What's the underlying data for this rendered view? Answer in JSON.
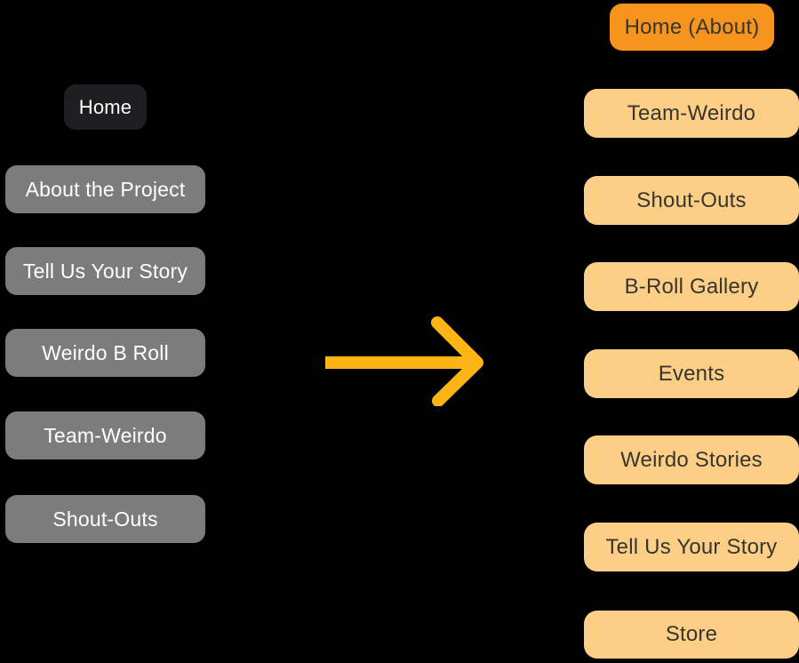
{
  "colors": {
    "background": "#000000",
    "home_dark_bg": "#1e1e20",
    "gray_bg": "#7c7c7c",
    "light_text": "#ffffff",
    "orange_bright_bg": "#f7941e",
    "orange_light_bg": "#fdce86",
    "dark_text": "#38352e",
    "arrow": "#fcb514"
  },
  "left_nav": {
    "items": [
      {
        "label": "Home",
        "variant": "dark"
      },
      {
        "label": "About the Project",
        "variant": "gray"
      },
      {
        "label": "Tell Us Your Story",
        "variant": "gray"
      },
      {
        "label": "Weirdo B Roll",
        "variant": "gray"
      },
      {
        "label": "Team-Weirdo",
        "variant": "gray"
      },
      {
        "label": "Shout-Outs",
        "variant": "gray"
      }
    ]
  },
  "arrow": {
    "icon": "right-arrow"
  },
  "right_nav": {
    "items": [
      {
        "label": "Home (About)",
        "variant": "bright"
      },
      {
        "label": "Team-Weirdo",
        "variant": "light"
      },
      {
        "label": "Shout-Outs",
        "variant": "light"
      },
      {
        "label": "B-Roll Gallery",
        "variant": "light"
      },
      {
        "label": "Events",
        "variant": "light"
      },
      {
        "label": "Weirdo Stories",
        "variant": "light"
      },
      {
        "label": "Tell Us Your Story",
        "variant": "light"
      },
      {
        "label": "Store",
        "variant": "light"
      }
    ]
  }
}
